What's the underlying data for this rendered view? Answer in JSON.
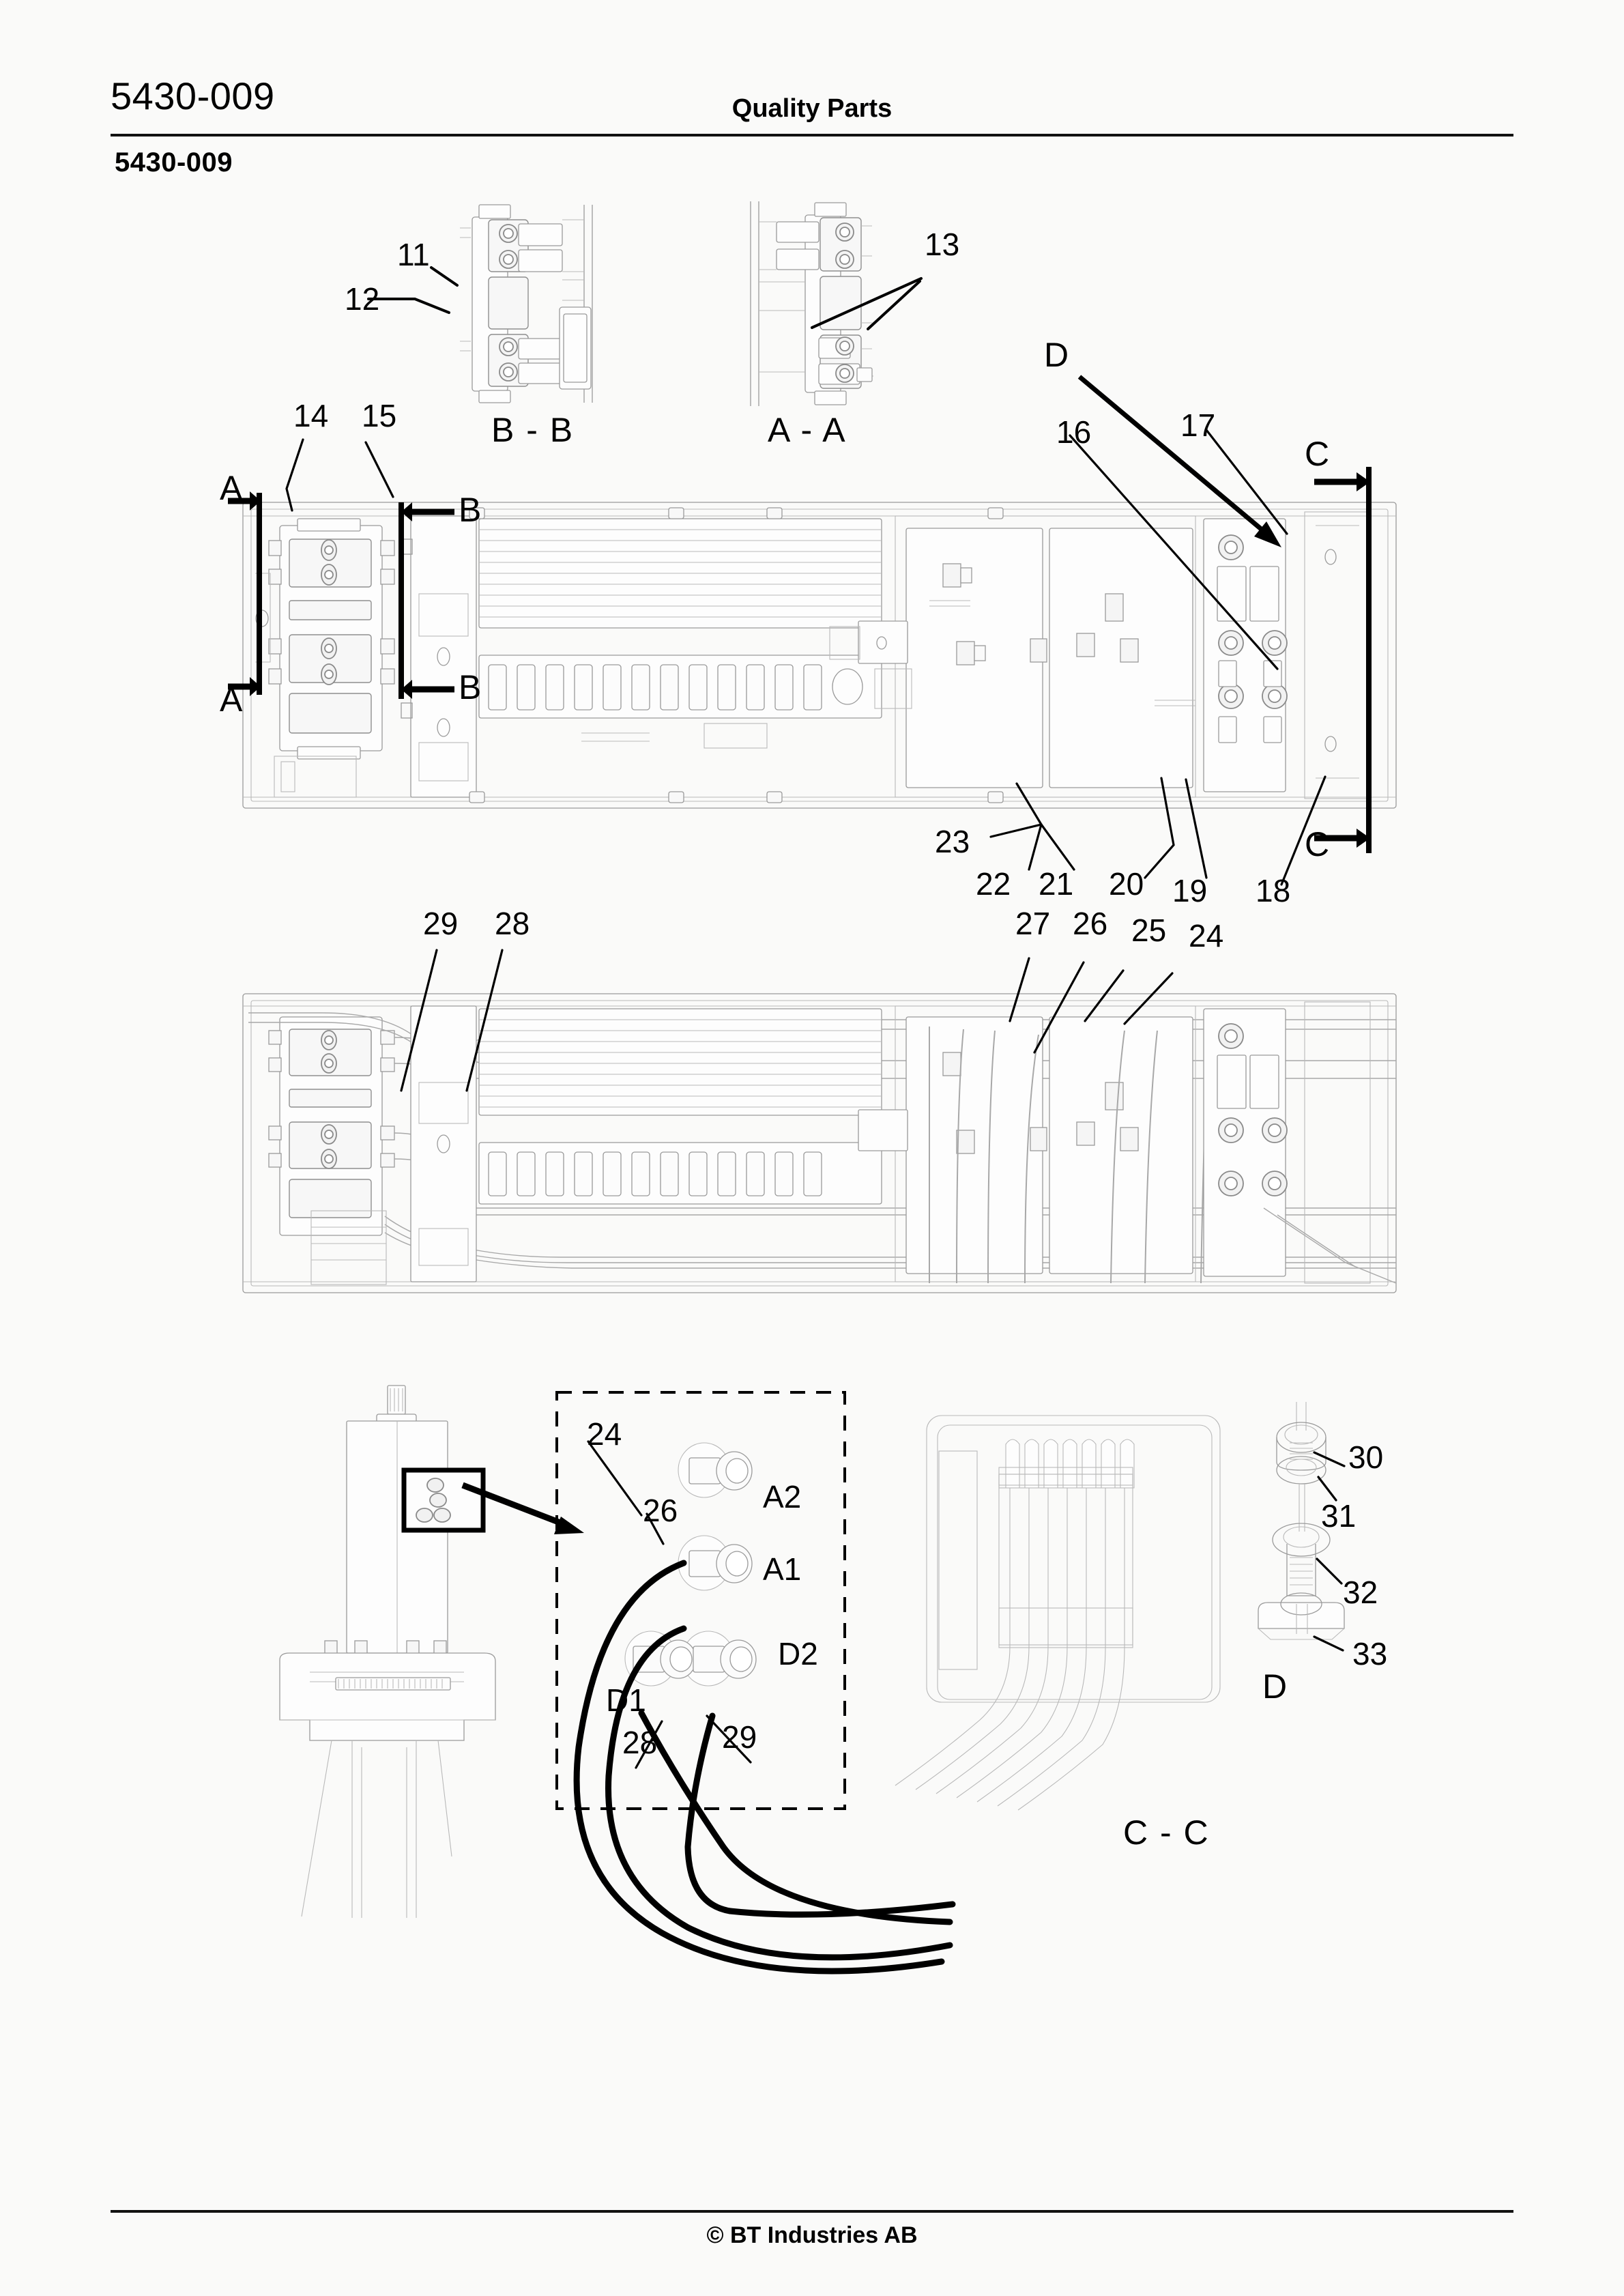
{
  "header": {
    "code": "5430-009",
    "title": "Quality Parts",
    "sheet_code": "5430-009"
  },
  "footer": {
    "copyright": "© BT Industries AB"
  },
  "section_views": {
    "bb": "B - B",
    "aa": "A - A",
    "cc": "C - C",
    "d": "D"
  },
  "section_marks": {
    "a_top": "A",
    "a_bottom": "A",
    "b_top": "B",
    "b_bottom": "B",
    "c_top": "C",
    "c_bottom": "C",
    "d_arrow": "D"
  },
  "callouts": {
    "n11": "11",
    "n12": "12",
    "n13": "13",
    "n14": "14",
    "n15": "15",
    "n16": "16",
    "n17": "17",
    "n18": "18",
    "n19": "19",
    "n20": "20",
    "n21": "21",
    "n22": "22",
    "n23": "23",
    "n24": "24",
    "n25": "25",
    "n26": "26",
    "n27": "27",
    "n28": "28",
    "n29": "29",
    "n24b": "24",
    "n26b": "26",
    "n28b": "28",
    "n29b": "29",
    "n30": "30",
    "n31": "31",
    "n32": "32",
    "n33": "33"
  },
  "terminals": {
    "a2": "A2",
    "a1": "A1",
    "d2": "D2",
    "d1": "D1"
  }
}
